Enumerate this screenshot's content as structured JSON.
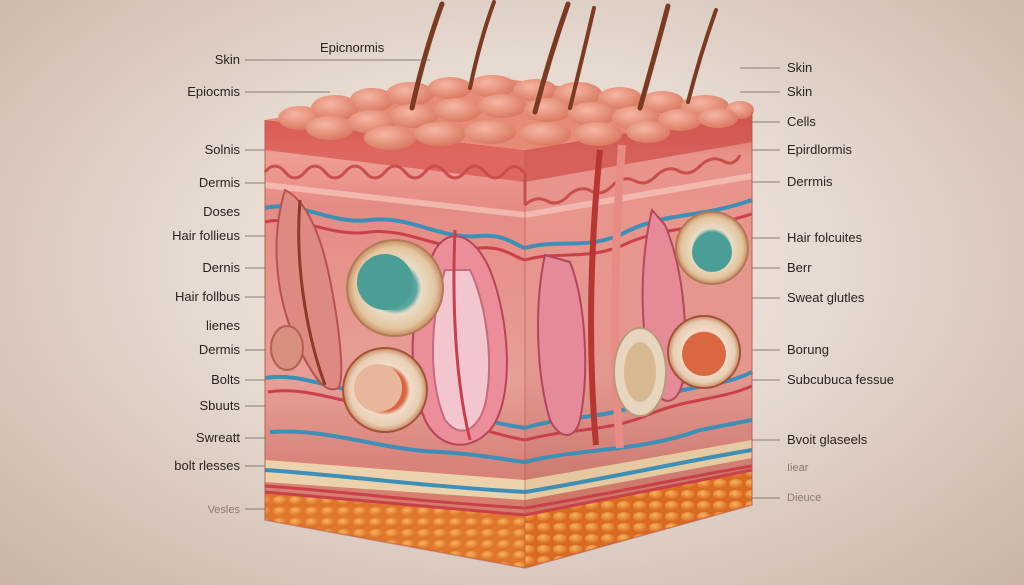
{
  "diagram": {
    "left_labels": [
      "Skin",
      "Epiocmis",
      "Solnis",
      "Dermis",
      "Doses",
      "Hair follieus",
      "Dernis",
      "Hair follbus",
      "lienes",
      "Dermis",
      "Bolts",
      "Sbuuts",
      "Swreatt",
      "bolt rlesses",
      "Vesles"
    ],
    "top_label": "Epicnormis",
    "right_labels": [
      "Skin",
      "Skin",
      "Cells",
      "Epirdlormis",
      "Derrmis",
      "Hair folcuites",
      "Berr",
      "Sweat glutles",
      "Borung",
      "Subcubuca fessue",
      "Bvoit glaseels",
      "Iiear",
      "Dieuce"
    ],
    "colors": {
      "epidermis": "#e3736a",
      "dermis": "#eaa59c",
      "fat": "#e98a3e",
      "vessel_blue": "#3d8fb8",
      "vessel_red": "#c9404a",
      "background": "#e6d9d0"
    }
  }
}
